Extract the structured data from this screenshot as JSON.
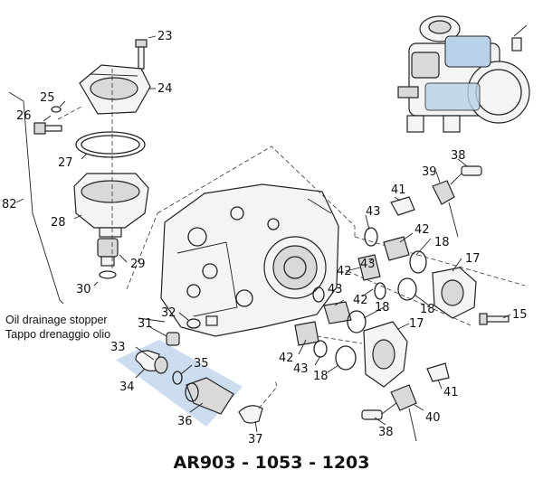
{
  "labels": {
    "p15": "15",
    "p17a": "17",
    "p17b": "17",
    "p18a": "18",
    "p18b": "18",
    "p18c": "18",
    "p18d": "18",
    "p23": "23",
    "p24": "24",
    "p25": "25",
    "p26": "26",
    "p27": "27",
    "p28": "28",
    "p29": "29",
    "p30": "30",
    "p31": "31",
    "p32": "32",
    "p33": "33",
    "p34": "34",
    "p35": "35",
    "p36": "36",
    "p37": "37",
    "p38a": "38",
    "p38b": "38",
    "p39": "39",
    "p40": "40",
    "p41a": "41",
    "p41b": "41",
    "p42a": "42",
    "p42b": "42",
    "p42c": "42",
    "p42d": "42",
    "p43a": "43",
    "p43b": "43",
    "p43c": "43",
    "p43d": "43",
    "p82": "82"
  },
  "note": {
    "line1": "Oil drainage stopper",
    "line2": "Tappo drenaggio olio"
  },
  "model_title": "AR903 - 1053 - 1203",
  "colors": {
    "highlight": "#b9d2ea",
    "ink": "#222222"
  }
}
